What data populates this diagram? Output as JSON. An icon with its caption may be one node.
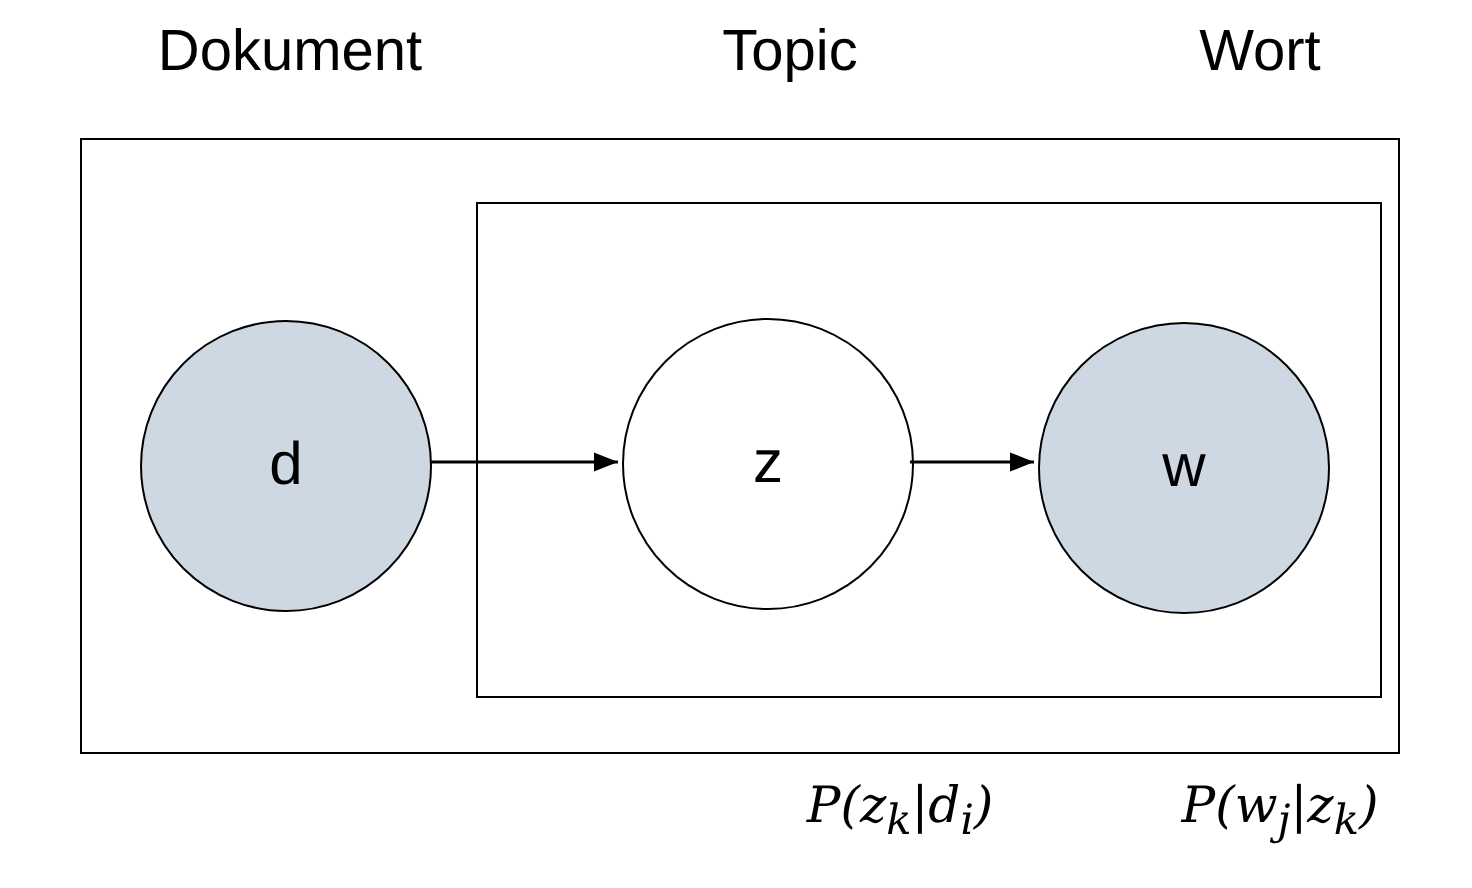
{
  "diagram": {
    "nodes": [
      {
        "text": [],
        "shape": "box"
      },
      {
        "text": [],
        "shape": "box",
        "in": 0
      },
      {
        "text": [
          "d"
        ],
        "in": 0
      },
      {
        "text": [
          "z"
        ],
        "in": 1
      },
      {
        "text": [
          "w"
        ],
        "in": 1
      }
    ],
    "edges": [
      {
        "from": 2,
        "to": 3,
        "arrow": "to"
      },
      {
        "from": 3,
        "to": 4,
        "arrow": "to"
      }
    ],
    "labels": [
      "Dokument",
      "Topic",
      "Wort",
      "P(z$_{k}$|d$_{i}$)",
      "P(w$_{j}$|z$_{k}$)"
    ]
  }
}
